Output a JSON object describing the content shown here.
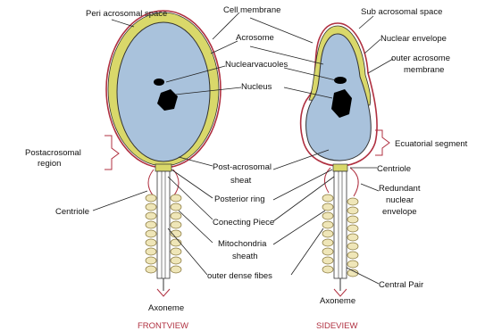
{
  "labels": {
    "peri_acrosomal_space": "Peri acrosomal space",
    "cell_membrane": "Cell membrane",
    "acrosome": "Acrosome",
    "nuclear_vacuoles": "Nuclearvacuoles",
    "nucleus": "Nucleus",
    "postacrosomal_region_1": "Postacrosomal",
    "postacrosomal_region_2": "region",
    "centriole_left": "Centriole",
    "post_acrosomal_sheat_1": "Post-acrosomal",
    "post_acrosomal_sheat_2": "sheat",
    "posterior_ring": "Posterior ring",
    "connecting_piece": "Conecting Piece",
    "mitochondria_sheath_1": "Mitochondria",
    "mitochondria_sheath_2": "sheath",
    "outer_dense_fibres": "outer dense fibes",
    "axoneme_left": "Axoneme",
    "sub_acrosomal_space": "Sub acrosomal space",
    "nuclear_envelope": "Nuclear envelope",
    "outer_acrosome_membrane_1": "outer acrosome",
    "outer_acrosome_membrane_2": "membrane",
    "equatorial_segment": "Ecuatorial segment",
    "centriole_right": "Centriole",
    "redundant_nuclear_envelope_1": "Redundant",
    "redundant_nuclear_envelope_2": "nuclear",
    "redundant_nuclear_envelope_3": "envelope",
    "central_pair": "Central Pair",
    "axoneme_right": "Axoneme"
  },
  "captions": {
    "front_view": "FRONTVIEW",
    "side_view": "SIDEVIEW"
  },
  "colors": {
    "acrosome_yellow": "#d9d86a",
    "head_blue": "#a9c2dc",
    "nucleus_black": "#000000",
    "membrane_red": "#b03040",
    "caption_red": "#b03040"
  }
}
